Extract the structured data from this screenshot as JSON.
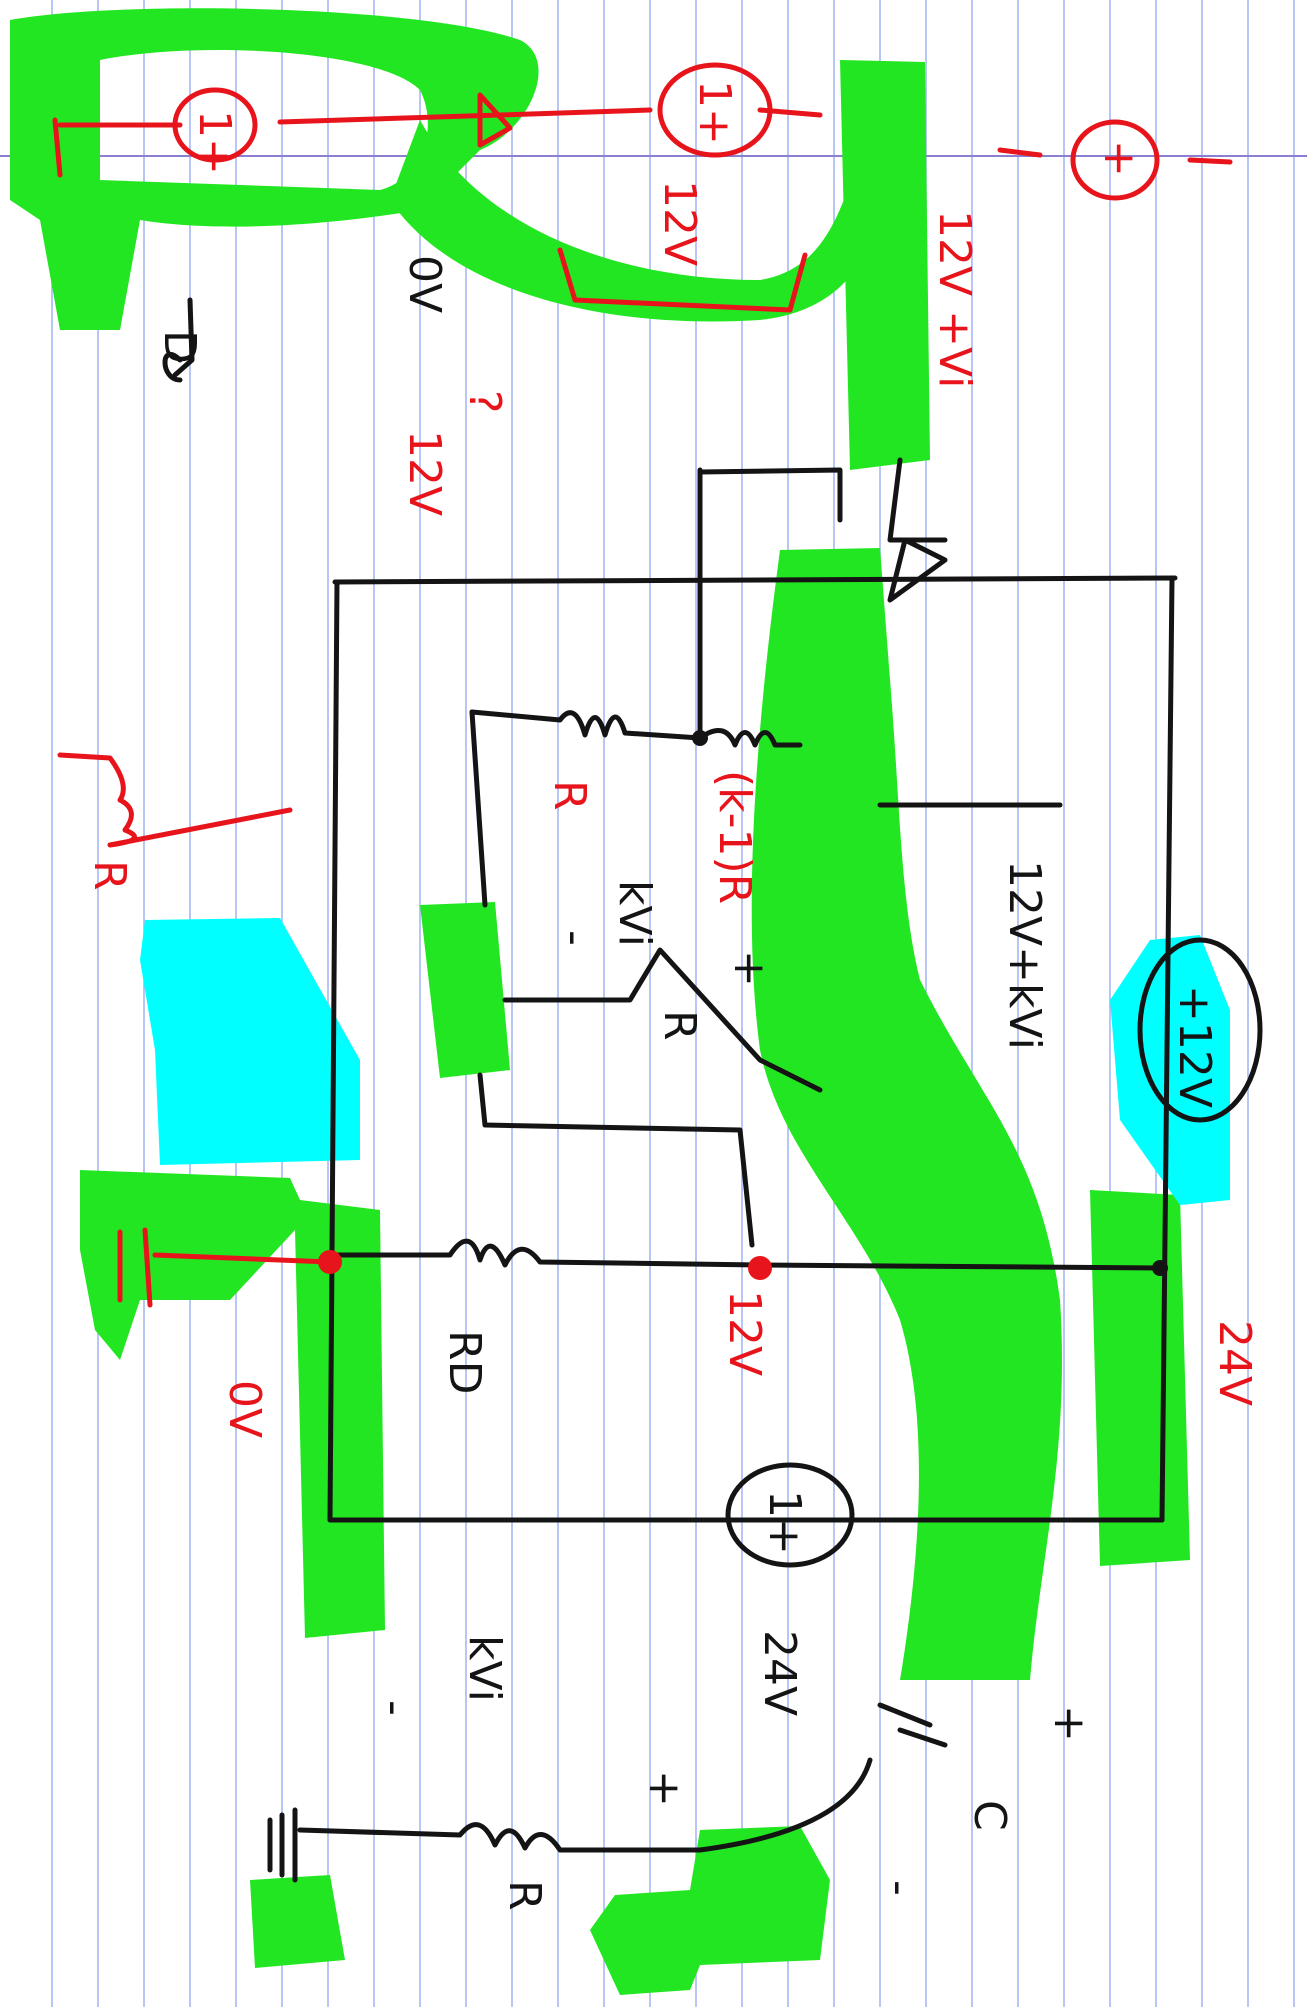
{
  "colors": {
    "paper": "#ffffff",
    "rule_line": "#9fb3f2",
    "margin_line": "#8a7fd0",
    "highlight_green": "#22e622",
    "highlight_cyan": "#00ffff",
    "ink_red": "#e8141c",
    "ink_black": "#141414"
  },
  "labels": {
    "src_top_left": "1+",
    "src_top_mid": "1+",
    "src_top_right": "+",
    "src_mid_right": "+12V",
    "src_bottom": "1+",
    "v_12": "12V",
    "v_0_top": "0V",
    "v_12_top": "12V",
    "v_12_vi": "12V +Vi",
    "question": "?",
    "v_12_left": "12V",
    "R_top": "R",
    "k1_R": "(k-1)R",
    "kVi_mid": "kVi",
    "minus_mid": "-",
    "plus_mid": "+",
    "R_mid": "R",
    "v_12_kvi": "12V+kVi",
    "R_left": "R",
    "R_D": "RD",
    "v_12_bottom": "12V",
    "v_0_bottom": "0V",
    "v_24_right": "24V",
    "v_24_bottom": "24V",
    "kVi_bottom": "kVi",
    "minus_bottom": "-",
    "plus_bottom": "+",
    "R_bottom": "R",
    "C": "C",
    "plus_right": "+",
    "minus_right": "-",
    "D": "D"
  }
}
